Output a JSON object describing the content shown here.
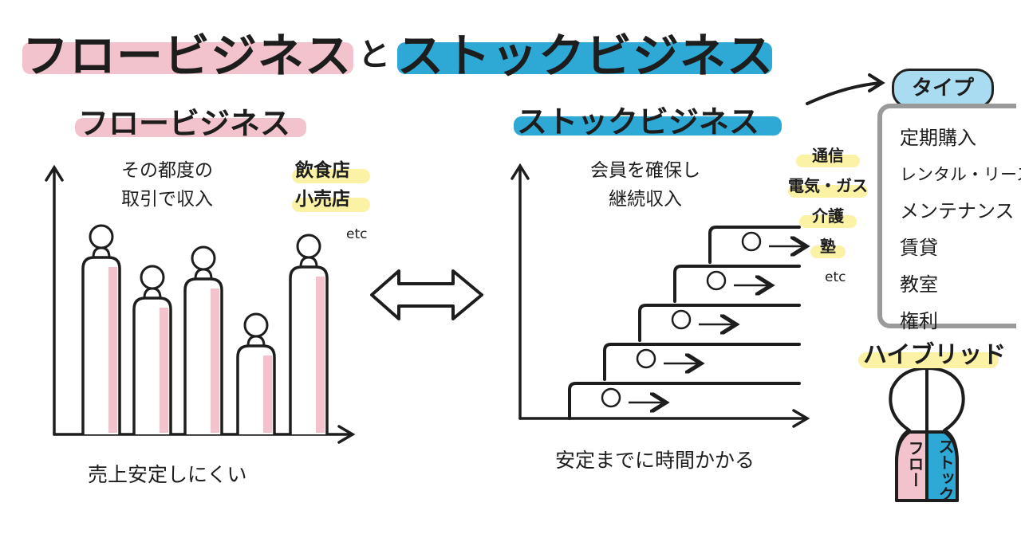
{
  "title": {
    "flow": "フロービジネス",
    "connector": "と",
    "stock": "ストックビジネス"
  },
  "flow": {
    "label": "フロービジネス",
    "desc_line1": "その都度の",
    "desc_line2": "取引で収入",
    "examples": [
      "飲食店",
      "小売店"
    ],
    "etc": "etc",
    "caption": "売上安定しにくい",
    "bar_heights_relative": [
      0.74,
      0.57,
      0.65,
      0.37,
      0.7
    ]
  },
  "stock": {
    "label": "ストックビジネス",
    "desc_line1": "会員を確保し",
    "desc_line2": "継続収入",
    "examples": [
      "通信",
      "電気・ガス",
      "介護",
      "塾"
    ],
    "etc": "etc",
    "caption": "安定までに時間かかる",
    "step_count": 5
  },
  "types": {
    "header": "タイプ",
    "items": [
      "定期購入",
      "レンタル・リース",
      "メンテナンス",
      "賃貸",
      "教室",
      "権利"
    ]
  },
  "hybrid": {
    "label": "ハイブリッド",
    "left": "フロー",
    "right": "ストック"
  },
  "colors": {
    "pink": "#f2c3cc",
    "blue": "#2ea9d6",
    "light_blue": "#a9dcf0",
    "yellow": "#fbf2a6",
    "gray": "#9a9a9a"
  }
}
